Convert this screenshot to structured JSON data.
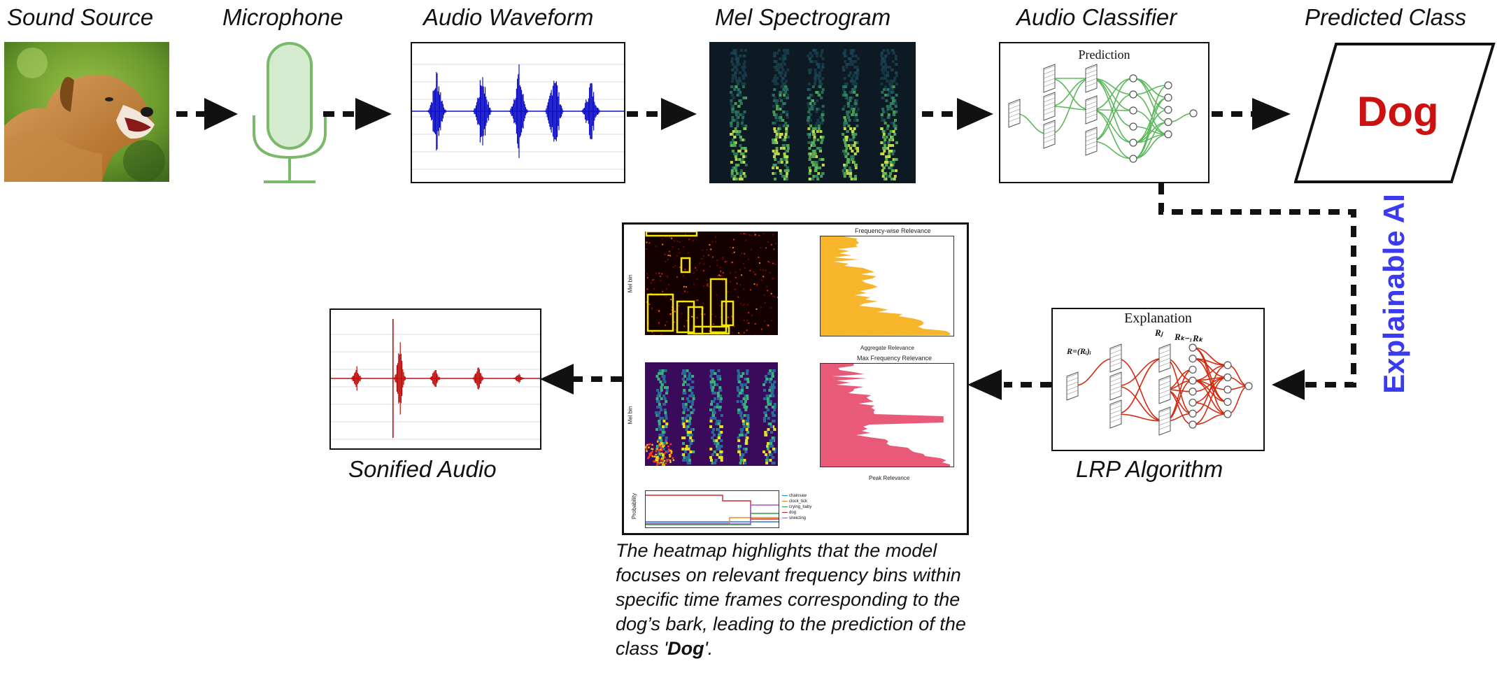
{
  "stages": {
    "sound_source": "Sound Source",
    "microphone": "Microphone",
    "audio_waveform": "Audio Waveform",
    "mel_spectrogram": "Mel Spectrogram",
    "audio_classifier": "Audio Classifier",
    "predicted_class": "Predicted Class",
    "lrp_algorithm": "LRP Algorithm",
    "sonified_audio": "Sonified Audio"
  },
  "classifier": {
    "panel_title": "Prediction"
  },
  "prediction": {
    "label": "Dog"
  },
  "explanation": {
    "panel_title": "Explanation",
    "r_left": "R=(Rᵢ)ᵢ",
    "r1": "Rⱼ",
    "r2": "Rₖ₋₁",
    "r3": "Rₖ"
  },
  "xai": {
    "label": "Explainable AI"
  },
  "heatmap_panel": {
    "freq_title": "Frequency-wise Relevance",
    "freq_xlabel": "Aggregate Relevance",
    "max_title": "Max Frequency Relevance",
    "max_xlabel": "Peak Relevance",
    "mel_label": "Mel bin",
    "prob_label": "Probability",
    "legend": [
      "chainsaw",
      "clock_tick",
      "crying_baby",
      "dog",
      "sneezing"
    ]
  },
  "caption": {
    "text": "The heatmap highlights that the model focuses on relevant frequency bins within specific time frames corresponding to the dog’s bark, leading to the prediction of the class '",
    "bold": "Dog",
    "end": "'."
  },
  "colors": {
    "arrow": "#111111",
    "mic": "#7ab86a",
    "waveform": "#1010c8",
    "sonified": "#c01010",
    "classifier_net": "#5cb85c",
    "lrp_net": "#d42a10",
    "xai_label": "#3a3af0",
    "prediction": "#cc1111"
  },
  "icons": [
    "dog-photo",
    "microphone-icon"
  ]
}
